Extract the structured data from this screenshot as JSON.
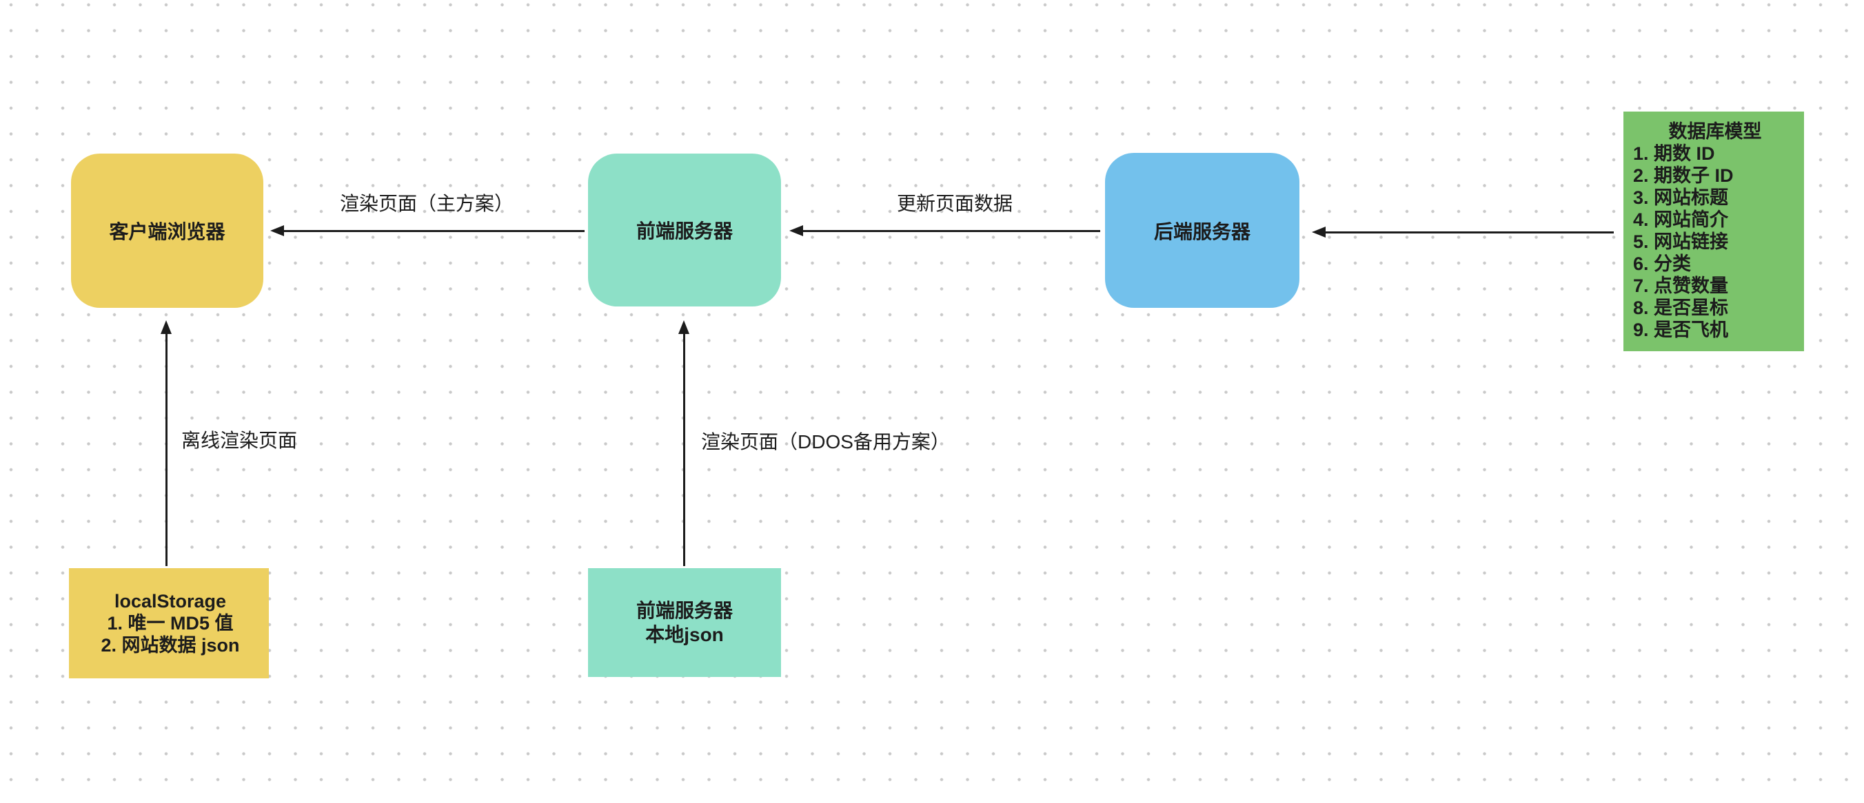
{
  "canvas": {
    "background_color": "#ffffff",
    "dot_color": "#c9c9c9"
  },
  "colors": {
    "text": "#1c1c1c",
    "arrow": "#1c1c1c",
    "yellow": "#edd061",
    "mint": "#8de0c7",
    "blue": "#73c1ec",
    "green": "#7bc36b"
  },
  "nodes": {
    "client": {
      "label": "客户端浏览器",
      "color": "#edd061"
    },
    "frontend": {
      "label": "前端服务器",
      "color": "#8de0c7"
    },
    "backend": {
      "label": "后端服务器",
      "color": "#73c1ec"
    },
    "db_model": {
      "title": "数据库模型",
      "color": "#7bc36b",
      "items": [
        "1. 期数 ID",
        "2. 期数子 ID",
        "3. 网站标题",
        "4. 网站简介",
        "5. 网站链接",
        "6. 分类",
        "7. 点赞数量",
        "8. 是否星标",
        "9. 是否飞机"
      ]
    },
    "local_storage": {
      "title": "localStorage",
      "color": "#edd061",
      "items": [
        "1. 唯一 MD5 值",
        "2. 网站数据 json"
      ]
    },
    "local_json": {
      "label_line1": "前端服务器",
      "label_line2": "本地json",
      "color": "#8de0c7"
    }
  },
  "edges": {
    "frontend_to_client": {
      "label": "渲染页面（主方案）"
    },
    "backend_to_frontend": {
      "label": "更新页面数据"
    },
    "dbmodel_to_backend": {
      "label": ""
    },
    "localstorage_to_client": {
      "label": "离线渲染页面"
    },
    "localjson_to_frontend": {
      "label": "渲染页面（DDOS备用方案）"
    }
  }
}
